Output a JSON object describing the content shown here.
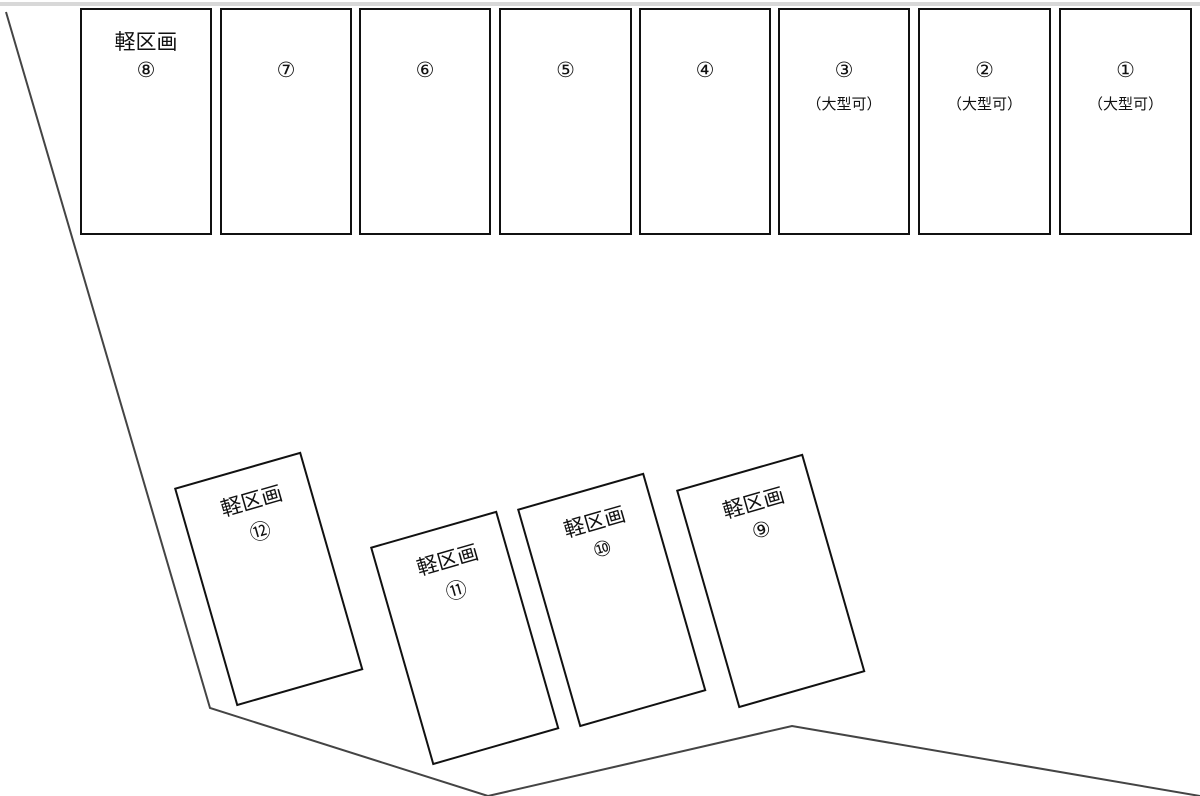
{
  "stalls_top": [
    {
      "kei": "軽区画",
      "num": "⑧",
      "note": ""
    },
    {
      "kei": "",
      "num": "⑦",
      "note": ""
    },
    {
      "kei": "",
      "num": "⑥",
      "note": ""
    },
    {
      "kei": "",
      "num": "⑤",
      "note": ""
    },
    {
      "kei": "",
      "num": "④",
      "note": ""
    },
    {
      "kei": "",
      "num": "③",
      "note": "（大型可）"
    },
    {
      "kei": "",
      "num": "②",
      "note": "（大型可）"
    },
    {
      "kei": "",
      "num": "①",
      "note": "（大型可）"
    }
  ],
  "stalls_bottom": [
    {
      "kei": "軽区画",
      "num": "⑫"
    },
    {
      "kei": "軽区画",
      "num": "⑪"
    },
    {
      "kei": "軽区画",
      "num": "⑩"
    },
    {
      "kei": "軽区画",
      "num": "⑨"
    }
  ]
}
